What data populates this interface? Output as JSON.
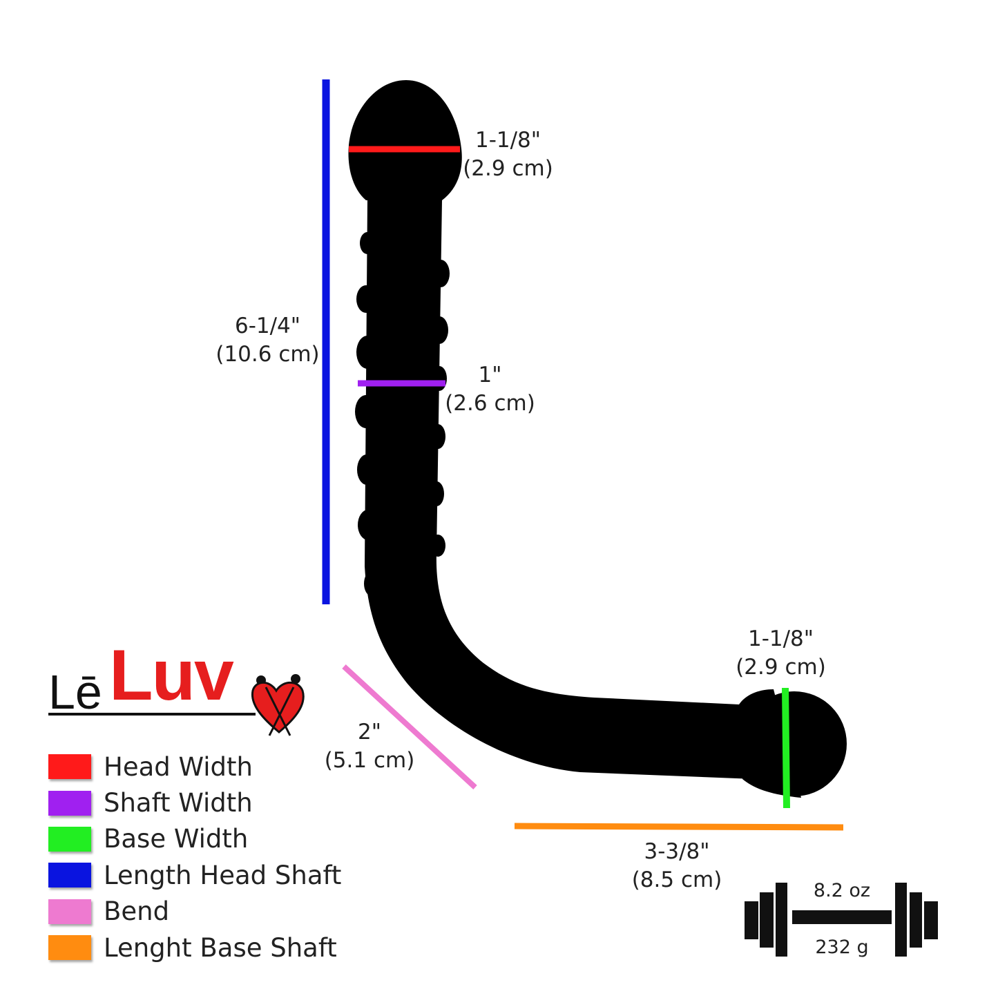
{
  "colors": {
    "head_width": "#ff1a1a",
    "shaft_width": "#a020f0",
    "base_width": "#22ee22",
    "length_head_shaft": "#0a14e0",
    "bend": "#ee7ad0",
    "length_base_shaft": "#ff8c10",
    "product": "#000000",
    "brand_red": "#e61e1e"
  },
  "dimensions": {
    "head_width": {
      "imperial": "1-1/8\"",
      "metric": "(2.9 cm)"
    },
    "shaft_width": {
      "imperial": "1\"",
      "metric": "(2.6 cm)"
    },
    "base_width": {
      "imperial": "1-1/8\"",
      "metric": "(2.9 cm)"
    },
    "length_head_shaft": {
      "imperial": "6-1/4\"",
      "metric": "(10.6 cm)"
    },
    "bend": {
      "imperial": "2\"",
      "metric": "(5.1 cm)"
    },
    "length_base_shaft": {
      "imperial": "3-3/8\"",
      "metric": "(8.5 cm)"
    }
  },
  "legend": [
    {
      "label": "Head Width",
      "color": "#ff1a1a"
    },
    {
      "label": "Shaft Width",
      "color": "#a020f0"
    },
    {
      "label": "Base Width",
      "color": "#22ee22"
    },
    {
      "label": "Length Head Shaft",
      "color": "#0a14e0"
    },
    {
      "label": "Bend",
      "color": "#ee7ad0"
    },
    {
      "label": "Lenght Base Shaft",
      "color": "#ff8c10"
    }
  ],
  "logo": {
    "prefix": "Lē",
    "word": "Luv"
  },
  "weight": {
    "imperial": "8.2 oz",
    "metric": "232 g",
    "icon": "dumbbell-icon"
  }
}
